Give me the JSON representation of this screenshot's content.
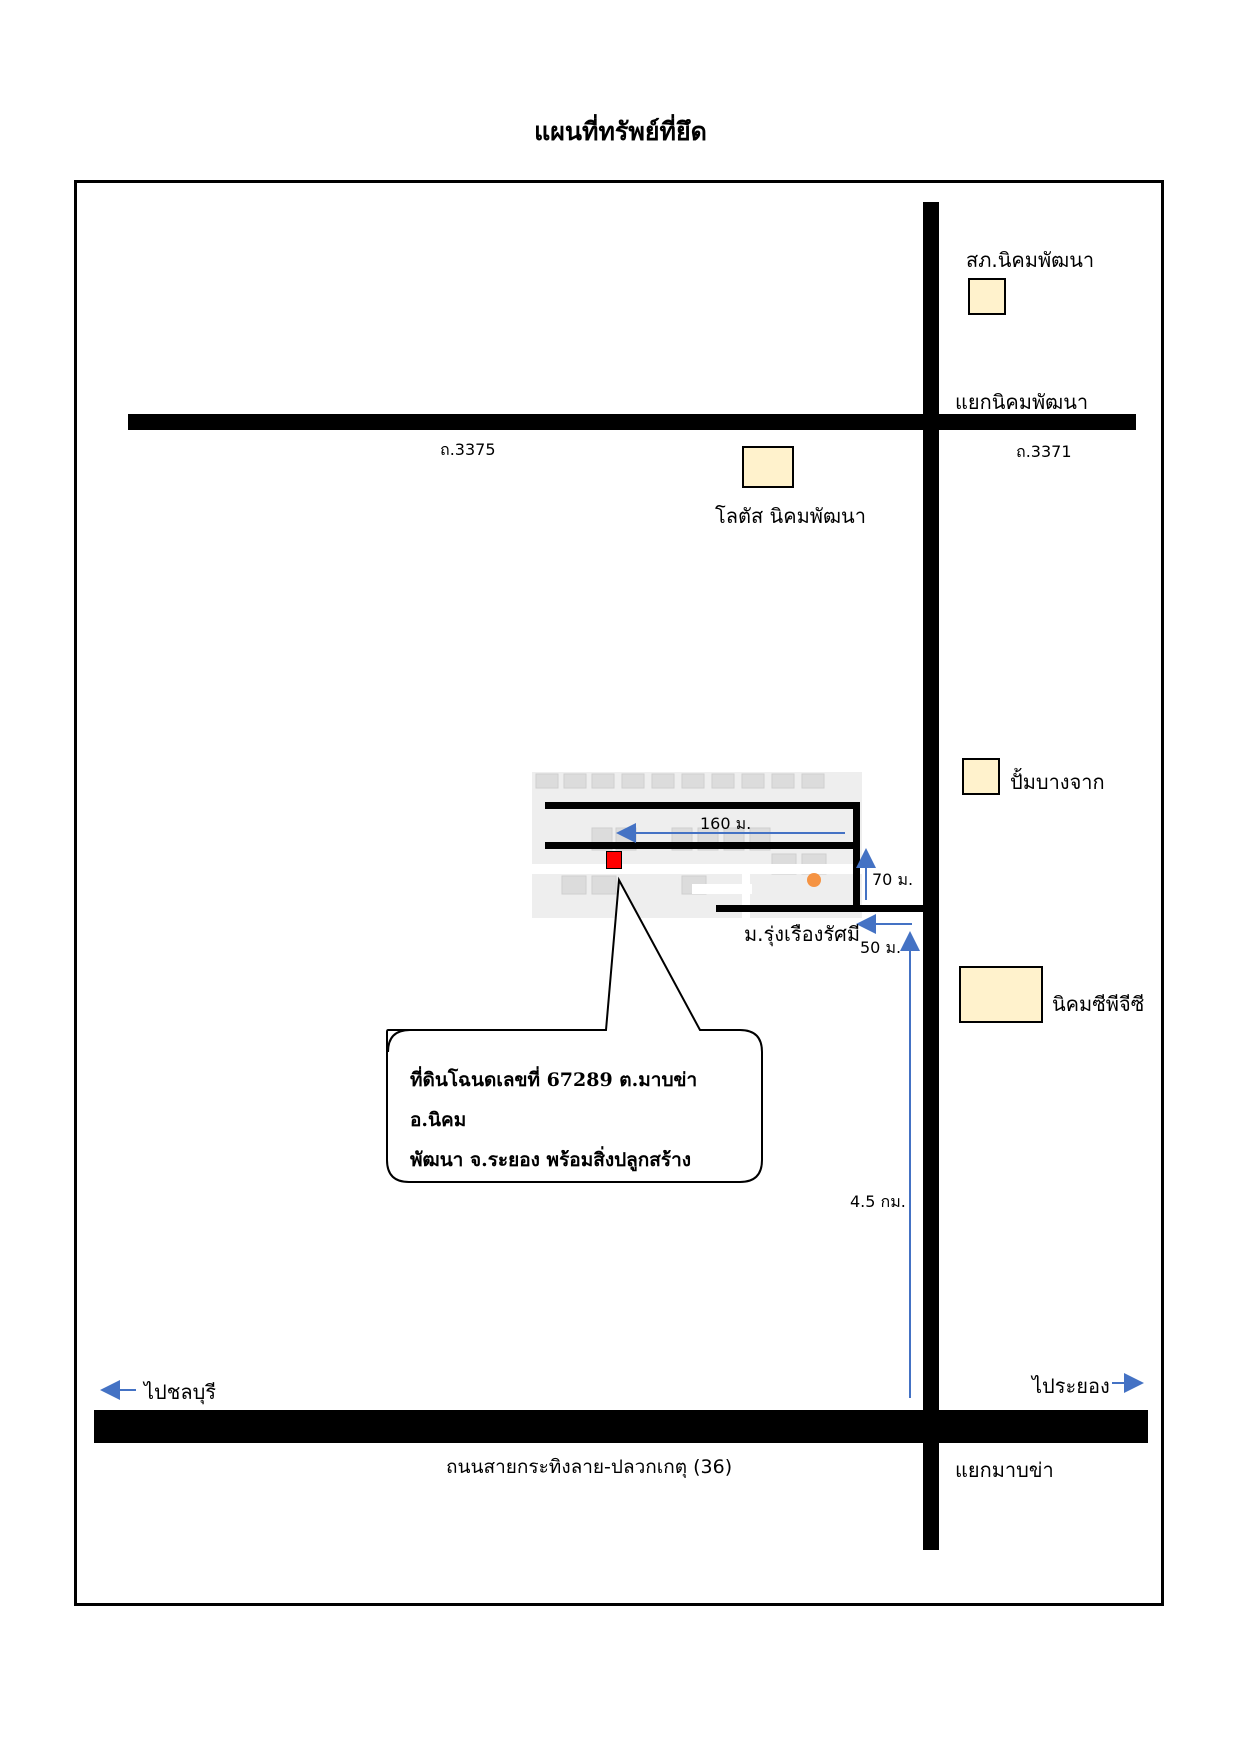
{
  "title": "แผนที่ทรัพย์ที่ยึด",
  "roads": {
    "road_3375": "ถ.3375",
    "road_3371": "ถ.3371",
    "main_road": "ถนนสายกระทิงลาย-ปลวกเกตุ (36)"
  },
  "places": {
    "police_station": "สภ.นิคมพัฒนา",
    "nikhom_junction": "แยกนิคมพัฒนา",
    "lotus": "โลตัส นิคมพัฒนา",
    "gas_station": "ปั้มบางจาก",
    "village": "ม.รุ่งเรืองรัศมี",
    "pgc_estate": "นิคมซีพีจีซี",
    "mapkha_junction": "แยกมาบข่า"
  },
  "distances": {
    "d160": "160 ม.",
    "d70": "70 ม.",
    "d50": "50 ม.",
    "d45": "4.5 กม."
  },
  "directions": {
    "to_chonburi": "ไปชลบุรี",
    "to_rayong": "ไประยอง"
  },
  "callout": {
    "line1": "ที่ดินโฉนดเลขที่  67289 ต.มาบข่า อ.นิคม",
    "line2": "พัฒนา จ.ระยอง พร้อมสิ่งปลูกสร้าง"
  },
  "colors": {
    "road": "#000000",
    "landmark_fill": "#fff2cc",
    "property_marker": "#ff0000",
    "arrow": "#4472c4"
  }
}
